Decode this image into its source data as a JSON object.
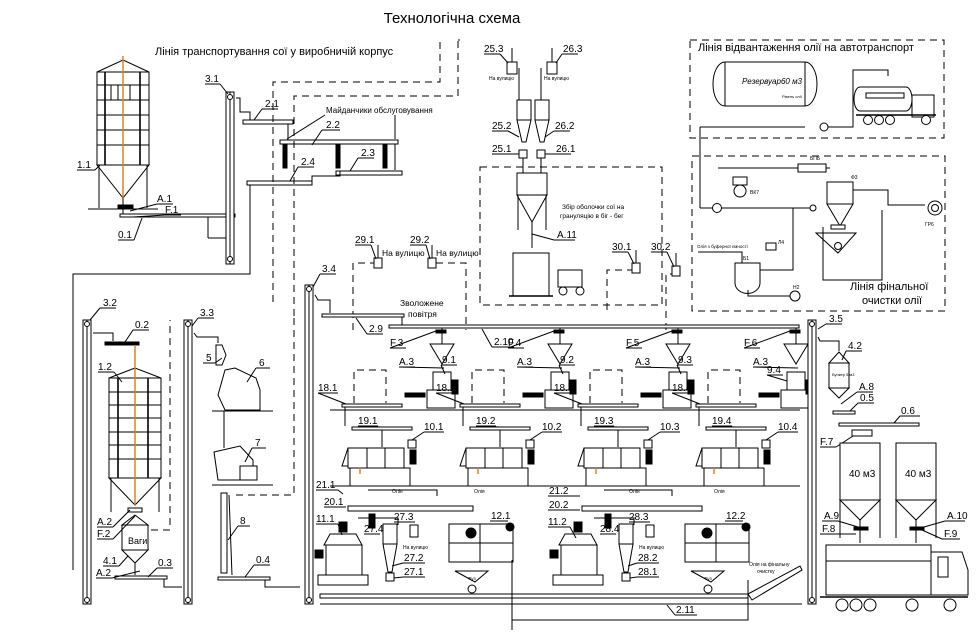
{
  "title": "Технологічна схема",
  "sections": {
    "transport": "Лінія транспортування сої у виробничій корпус",
    "loading": "Лінія відвантаження олії на автотранспорт",
    "final_cleaning_1": "Лінія фінальної",
    "final_cleaning_2": "очистки олії"
  },
  "annotations": {
    "service_platforms": "Майданчики обслуговування",
    "hull_collection_1": "Збір оболочки сої на",
    "hull_collection_2": "грануляцію в біг - бег",
    "humid_air_1": "Зволожене",
    "humid_air_2": "повітря",
    "to_street": "На вулицю",
    "scales": "Ваги",
    "oil": "Олія",
    "oil_to_final_1": "Олія на фінальну",
    "oil_to_final_2": "очистку",
    "tank_60": "Резервуар60 м3",
    "tank_40": "40 м3",
    "oil_from_buffer": "Олія з буферної ємності",
    "bunker_small": "Бункер 5 м3",
    "fuz": "Фуз",
    "oil_level": "Рівень олії",
    "bpb": "БПБ",
    "vk7": "ВК7",
    "f3": "Ф3",
    "l4": "Л4",
    "b1": "Б1",
    "n2": "Н2",
    "gr6": "ГР6"
  },
  "labels": {
    "l_1_1": "1.1",
    "l_a_1": "A.1",
    "l_f_1": "F.1",
    "l_0_1": "0.1",
    "l_3_1": "3.1",
    "l_2_1": "2.1",
    "l_2_2": "2.2",
    "l_2_3": "2.3",
    "l_2_4": "2.4",
    "l_25_3": "25.3",
    "l_26_3": "26.3",
    "l_25_2": "25.2",
    "l_26_2": "26.2",
    "l_25_1": "25.1",
    "l_26_1": "26.1",
    "l_a_11": "A.11",
    "l_29_1": "29.1",
    "l_29_2": "29.2",
    "l_30_1": "30.1",
    "l_30_2": "30.2",
    "l_3_2": "3.2",
    "l_0_2": "0.2",
    "l_1_2": "1.2",
    "l_a_2": "A.2",
    "l_f_2": "F.2",
    "l_4_1": "4.1",
    "l_a_2b": "A.2",
    "l_0_3": "0.3",
    "l_3_3": "3.3",
    "l_5": "5",
    "l_6": "6",
    "l_7": "7",
    "l_8": "8",
    "l_0_4": "0.4",
    "l_3_4": "3.4",
    "l_2_9": "2.9",
    "l_2_10": "2.10",
    "l_f_3": "F.3",
    "l_f_4": "F.4",
    "l_f_5": "F.5",
    "l_f_6": "F.6",
    "l_a_3a": "A.3",
    "l_a_3b": "A.3",
    "l_a_3c": "A.3",
    "l_a_3d": "A.3",
    "l_9_1": "9.1",
    "l_9_2": "9.2",
    "l_9_3": "9.3",
    "l_9_4": "9.4",
    "l_18_1": "18.1",
    "l_18_2": "18.2",
    "l_18_3": "18.3",
    "l_18_4": "18.4",
    "l_19_1": "19.1",
    "l_19_2": "19.2",
    "l_19_3": "19.3",
    "l_19_4": "19.4",
    "l_10_1": "10.1",
    "l_10_2": "10.2",
    "l_10_3": "10.3",
    "l_10_4": "10.4",
    "l_21_1": "21.1",
    "l_21_2": "21.2",
    "l_20_1": "20.1",
    "l_20_2": "20.2",
    "l_11_1": "11.1",
    "l_11_2": "11.2",
    "l_12_1": "12.1",
    "l_12_2": "12.2",
    "l_27_1": "27.1",
    "l_27_2": "27.2",
    "l_27_3": "27.3",
    "l_27_4": "27.4",
    "l_28_1": "28.1",
    "l_28_2": "28.2",
    "l_28_3": "28.3",
    "l_28_4": "28.4",
    "l_2_11": "2.11",
    "l_3_5": "3.5",
    "l_4_2": "4.2",
    "l_a_8": "A.8",
    "l_0_5": "0.5",
    "l_0_6": "0.6",
    "l_f_7": "F.7",
    "l_a_9": "A.9",
    "l_f_8": "F.8",
    "l_a_10": "A.10",
    "l_f_9": "F.9"
  }
}
